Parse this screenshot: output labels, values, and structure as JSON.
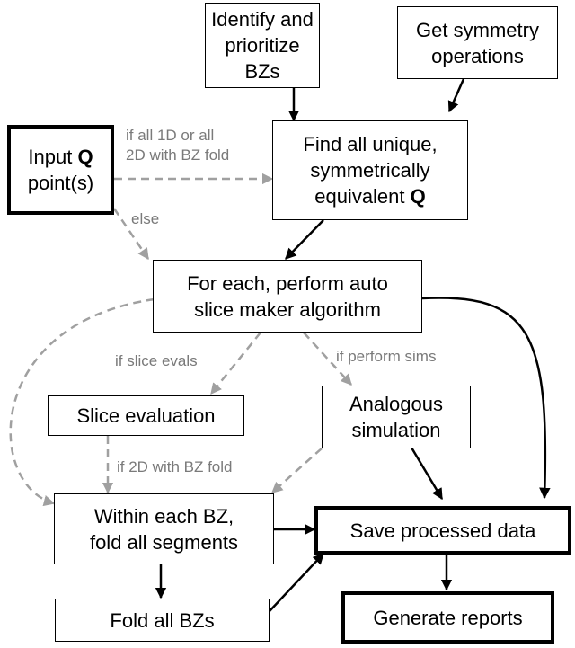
{
  "nodes": {
    "identify": {
      "lines": [
        "Identify and",
        "prioritize",
        "BZs"
      ]
    },
    "symmetry": {
      "lines": [
        "Get symmetry",
        "operations"
      ]
    },
    "input": {
      "line1_prefix": "Input ",
      "line1_bold": "Q",
      "line2": "point(s)"
    },
    "find_unique": {
      "line1": "Find all unique,",
      "line2": "symmetrically",
      "line3_prefix": "equivalent ",
      "line3_bold": "Q"
    },
    "auto_slice": {
      "lines": [
        "For each, perform auto",
        "slice maker algorithm"
      ]
    },
    "slice_eval": {
      "lines": [
        "Slice evaluation"
      ]
    },
    "analogous": {
      "lines": [
        "Analogous",
        "simulation"
      ]
    },
    "within_bz": {
      "lines": [
        "Within each BZ,",
        "fold all segments"
      ]
    },
    "save": {
      "lines": [
        "Save processed data"
      ]
    },
    "fold_bzs": {
      "lines": [
        "Fold all BZs"
      ]
    },
    "reports": {
      "lines": [
        "Generate reports"
      ]
    }
  },
  "edge_labels": {
    "input_to_find": [
      "if all 1D or all",
      "2D with BZ fold"
    ],
    "input_else": [
      "else"
    ],
    "slice_evals": [
      "if slice evals"
    ],
    "perform_sims": [
      "if perform sims"
    ],
    "bz_fold_2d": [
      "if 2D with BZ fold"
    ]
  },
  "colors": {
    "solid_edge": "#000000",
    "dashed_edge": "#a0a0a0",
    "label_text": "#7a7a7a"
  }
}
